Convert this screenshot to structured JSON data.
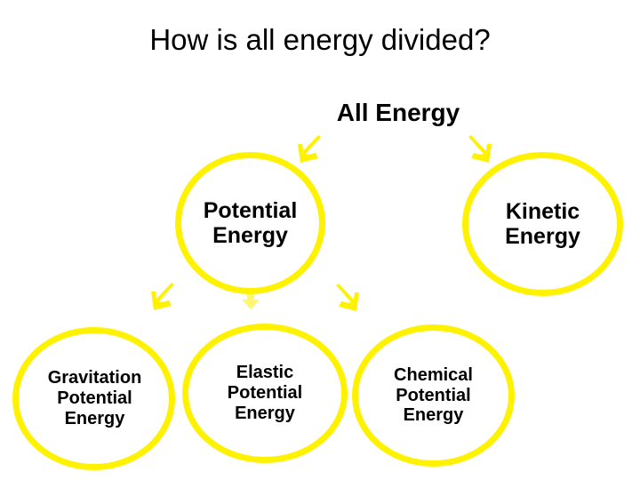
{
  "slide": {
    "title": "How is all energy divided?",
    "background_color": "#ffffff",
    "accent_color": "#fff200",
    "text_color": "#000000"
  },
  "diagram": {
    "root": {
      "label": "All Energy"
    },
    "level1": [
      {
        "id": "potential",
        "label": "Potential\nEnergy"
      },
      {
        "id": "kinetic",
        "label": "Kinetic\nEnergy"
      }
    ],
    "level2": [
      {
        "id": "gravitation",
        "label": "Gravitation\nPotential\nEnergy"
      },
      {
        "id": "elastic",
        "label": "Elastic\nPotential\nEnergy"
      },
      {
        "id": "chemical",
        "label": "Chemical\nPotential\nEnergy"
      }
    ],
    "connectors": [
      {
        "id": "root-to-potential",
        "icon": "arrow-down-left-icon"
      },
      {
        "id": "root-to-kinetic",
        "icon": "arrow-down-right-icon"
      },
      {
        "id": "potential-to-gravitation",
        "icon": "arrow-down-left-icon"
      },
      {
        "id": "potential-to-elastic",
        "icon": "arrow-down-icon"
      },
      {
        "id": "potential-to-chemical",
        "icon": "arrow-down-right-icon"
      }
    ]
  }
}
